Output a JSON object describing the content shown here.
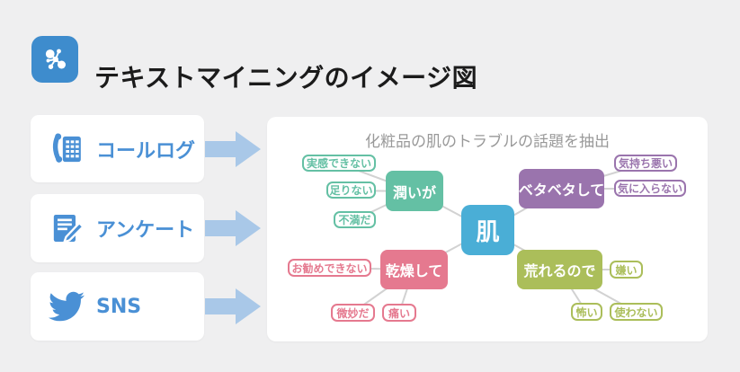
{
  "palette": {
    "accent_blue": "#4a90d5",
    "icon_bg_blue": "#3e8ccd",
    "arrow_blue": "#a9c8e8",
    "center_node_blue": "#4aaed6",
    "teal": "#64c0a4",
    "purple": "#9a74ad",
    "pink": "#e5798f",
    "olive": "#abbe5a",
    "line_gray": "#d2d2d2",
    "panel_title_gray": "#999999"
  },
  "header": {
    "title": "テキストマイニングのイメージ図",
    "icon": "network-cluster-icon"
  },
  "sources": [
    {
      "label": "コールログ",
      "icon": "phone-icon"
    },
    {
      "label": "アンケート",
      "icon": "survey-pen-icon"
    },
    {
      "label": "SNS",
      "icon": "twitter-bird-icon"
    }
  ],
  "mindmap": {
    "title": "化粧品の肌のトラブルの話題を抽出",
    "center": {
      "label": "肌"
    },
    "branches": [
      {
        "label": "潤いが",
        "color": "#64c0a4",
        "children": [
          "実感できない",
          "足りない",
          "不満だ"
        ]
      },
      {
        "label": "ベタベタして",
        "color": "#9a74ad",
        "children": [
          "気持ち悪い",
          "気に入らない"
        ]
      },
      {
        "label": "乾燥して",
        "color": "#e5798f",
        "children": [
          "お勧めできない",
          "微妙だ",
          "痛い"
        ]
      },
      {
        "label": "荒れるので",
        "color": "#abbe5a",
        "children": [
          "嫌い",
          "怖い",
          "使わない"
        ]
      }
    ]
  }
}
